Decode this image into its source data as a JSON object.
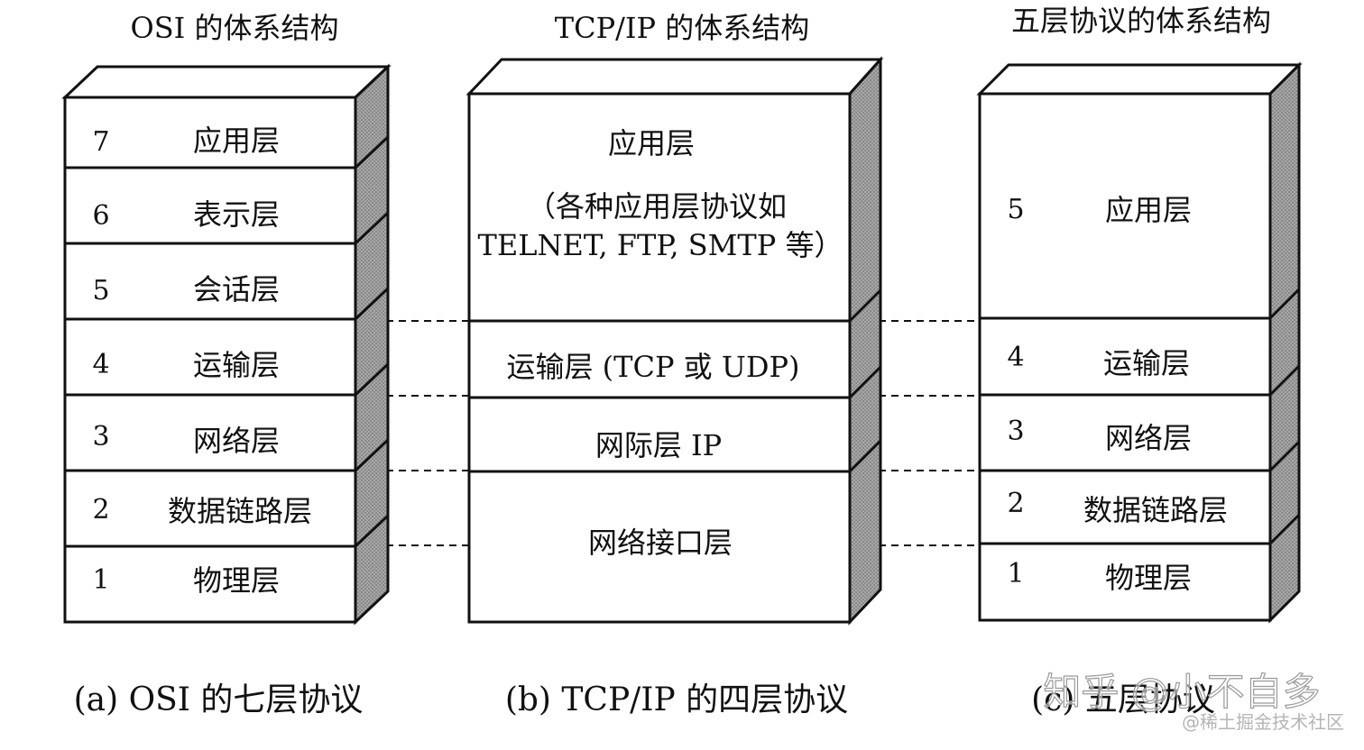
{
  "columns": [
    {
      "title": "OSI 的体系结构",
      "caption": "(a) OSI 的七层协议",
      "layers": [
        {
          "num": "7",
          "label": "应用层"
        },
        {
          "num": "6",
          "label": "表示层"
        },
        {
          "num": "5",
          "label": "会话层"
        },
        {
          "num": "4",
          "label": "运输层"
        },
        {
          "num": "3",
          "label": "网络层"
        },
        {
          "num": "2",
          "label": "数据链路层"
        },
        {
          "num": "1",
          "label": "物理层"
        }
      ]
    },
    {
      "title": "TCP/IP 的体系结构",
      "caption": "(b) TCP/IP 的四层协议",
      "layers": [
        {
          "lines": [
            "应用层",
            "（各种应用层协议如",
            "TELNET, FTP, SMTP 等）"
          ]
        },
        {
          "lines": [
            "运输层 (TCP 或 UDP)"
          ]
        },
        {
          "lines": [
            "网际层 IP"
          ]
        },
        {
          "lines": [
            "网络接口层"
          ]
        }
      ]
    },
    {
      "title": "五层协议的体系结构",
      "caption": "(c) 五层协议",
      "layers": [
        {
          "num": "5",
          "label": "应用层"
        },
        {
          "num": "4",
          "label": "运输层"
        },
        {
          "num": "3",
          "label": "网络层"
        },
        {
          "num": "2",
          "label": "数据链路层"
        },
        {
          "num": "1",
          "label": "物理层"
        }
      ]
    }
  ],
  "watermark": {
    "primary": "知乎 @小不自多",
    "secondary": "@稀土掘金技术社区"
  },
  "colors": {
    "line": "#111111",
    "side": "#9a9a9a",
    "face": "#ffffff"
  }
}
